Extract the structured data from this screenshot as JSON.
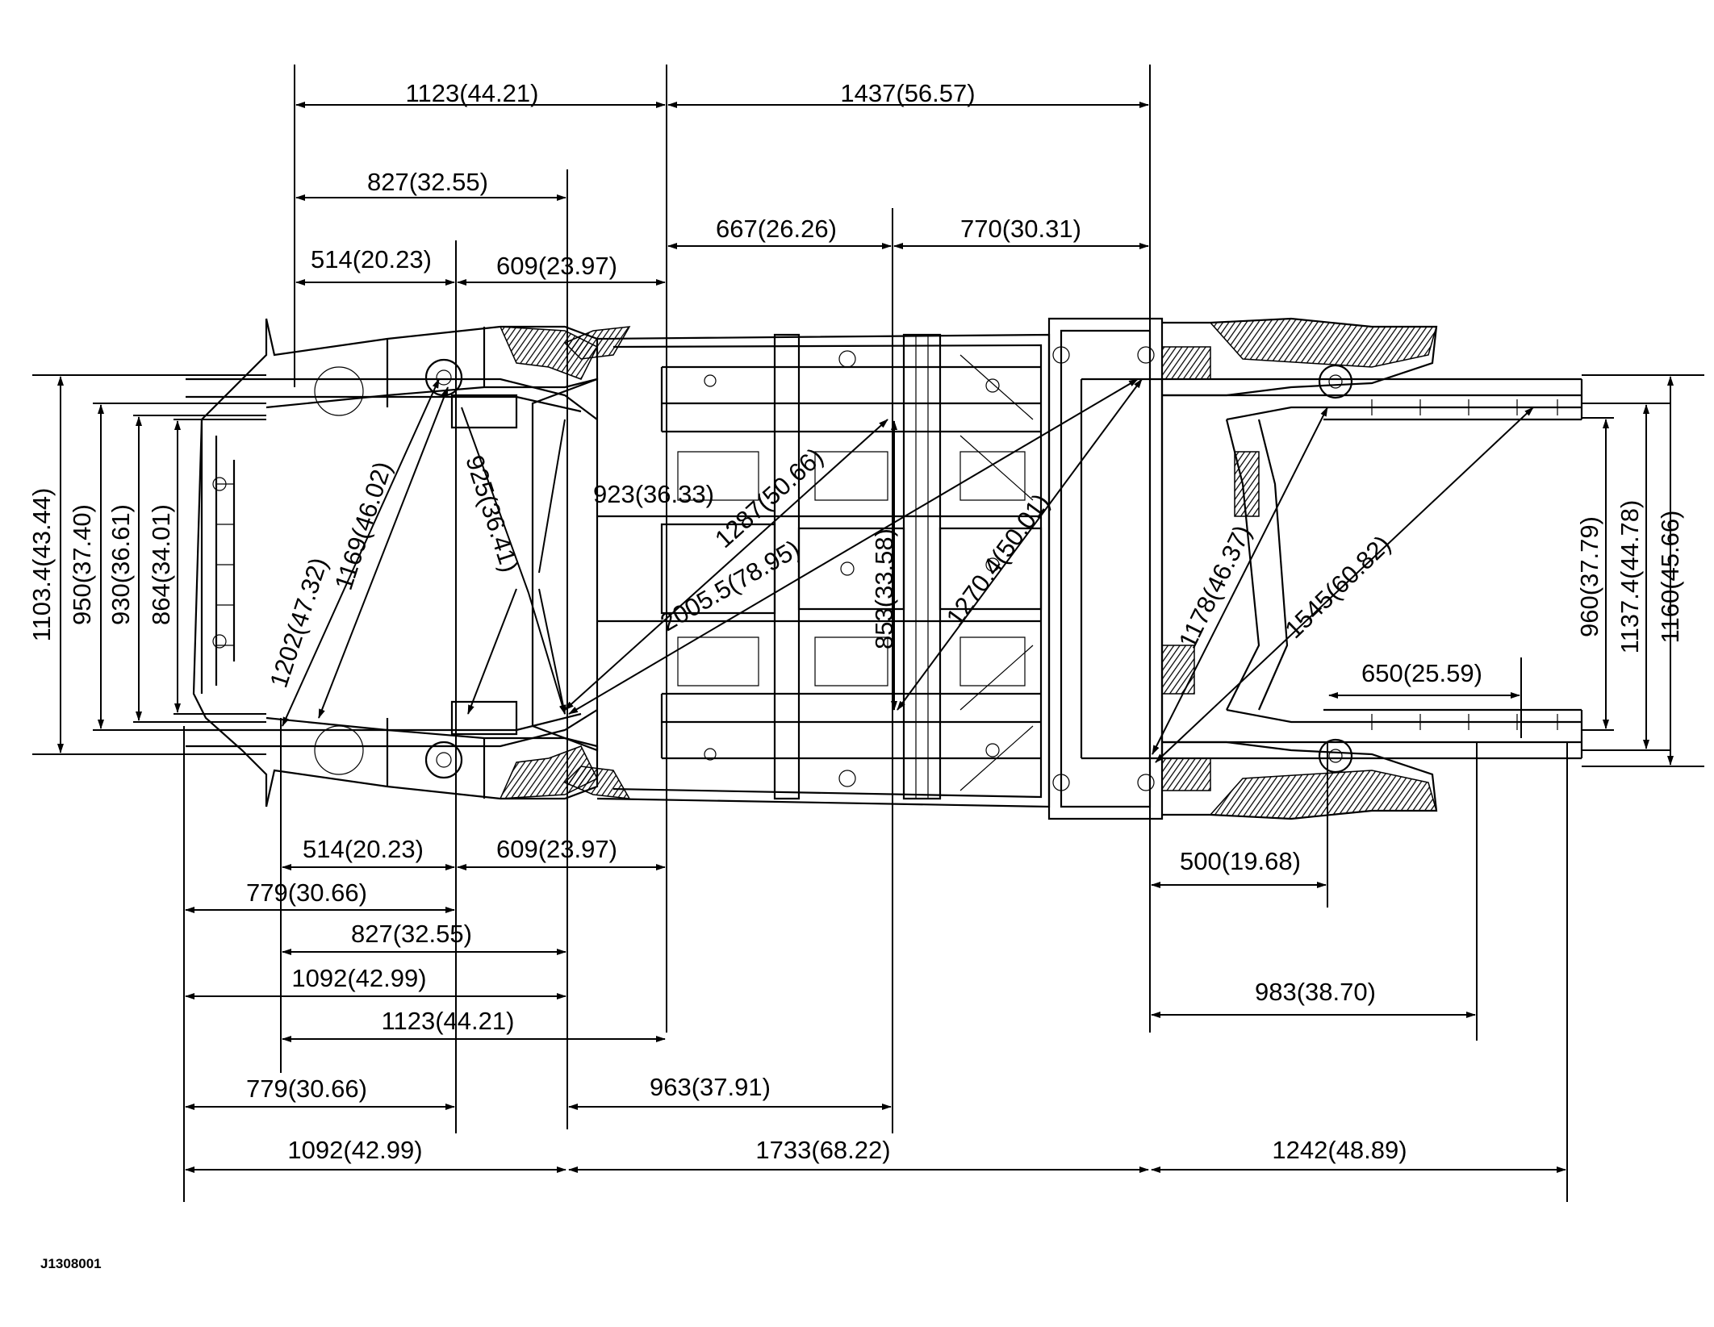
{
  "drawing_code": "J1308001",
  "colors": {
    "line": "#000000",
    "background": "#ffffff"
  },
  "top_dims": {
    "d1123_top": "1123(44.21)",
    "d1437": "1437(56.57)",
    "d827_top": "827(32.55)",
    "d667": "667(26.26)",
    "d770": "770(30.31)",
    "d514_top": "514(20.23)",
    "d609_top": "609(23.97)"
  },
  "left_dims": {
    "d1103": "1103.4(43.44)",
    "d950": "950(37.40)",
    "d930": "930(36.61)",
    "d864": "864(34.01)"
  },
  "right_dims": {
    "d960": "960(37.79)",
    "d1137": "1137.4(44.78)",
    "d1160": "1160(45.66)",
    "d650": "650(25.59)",
    "d500": "500(19.68)",
    "d983": "983(38.70)"
  },
  "diag_dims": {
    "d1202": "1202(47.32)",
    "d1169": "1169(46.02)",
    "d925": "925(36.41)",
    "d923": "923(36.33)",
    "d1287": "1287(50.66)",
    "d2005": "2005.5(78.95)",
    "d853": "853(33.58)",
    "d1270": "1270.4(50.01)",
    "d1178": "1178(46.37)",
    "d1545": "1545(60.82)"
  },
  "bottom_dims": {
    "d514_b": "514(20.23)",
    "d609_b": "609(23.97)",
    "d779_a": "779(30.66)",
    "d827_b": "827(32.55)",
    "d1092_a": "1092(42.99)",
    "d1123_b": "1123(44.21)",
    "d779_b": "779(30.66)",
    "d963": "963(37.91)",
    "d1092_b": "1092(42.99)",
    "d1733": "1733(68.22)",
    "d1242": "1242(48.89)"
  }
}
